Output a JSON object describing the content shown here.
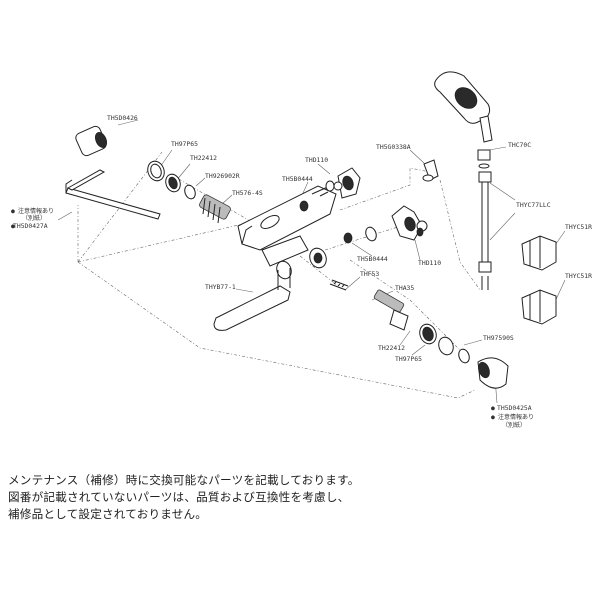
{
  "parts": {
    "th5d0426": "TH5D0426",
    "th97p65_top": "TH97P65",
    "th22412_top": "TH22412",
    "th926902r": "TH926902R",
    "th576_4s": "TH576-4S",
    "thd110_top": "THD110",
    "th5b0444_top": "TH5B0444",
    "th5g0338a": "TH5G0338A",
    "thc70c": "THC70C",
    "thyc77llc": "THYC77LLC",
    "thyc51r_1": "THYC51R",
    "thyc51r_2": "THYC51R",
    "th5b0444_bot": "TH5B0444",
    "thd110_bot": "THD110",
    "thyb77_1": "THYB77-1",
    "thf53": "THF53",
    "tha35": "THA35",
    "th22412_bot": "TH22412",
    "th97p65_bot": "TH97P65",
    "th97590s": "TH97590S",
    "th5d0425a": "TH5D0425A",
    "th5d0427a": "TH5D0427A"
  },
  "notes": {
    "left_1": "注意情報あり",
    "left_2": "（別紙）",
    "right_1": "注意情報あり",
    "right_2": "（別紙）"
  },
  "caption": {
    "line1": "メンテナンス（補修）時に交換可能なパーツを記載しております。",
    "line2": "図番が記載されていないパーツは、品質および互換性を考慮し、",
    "line3": "補修品として設定されておりません。"
  }
}
